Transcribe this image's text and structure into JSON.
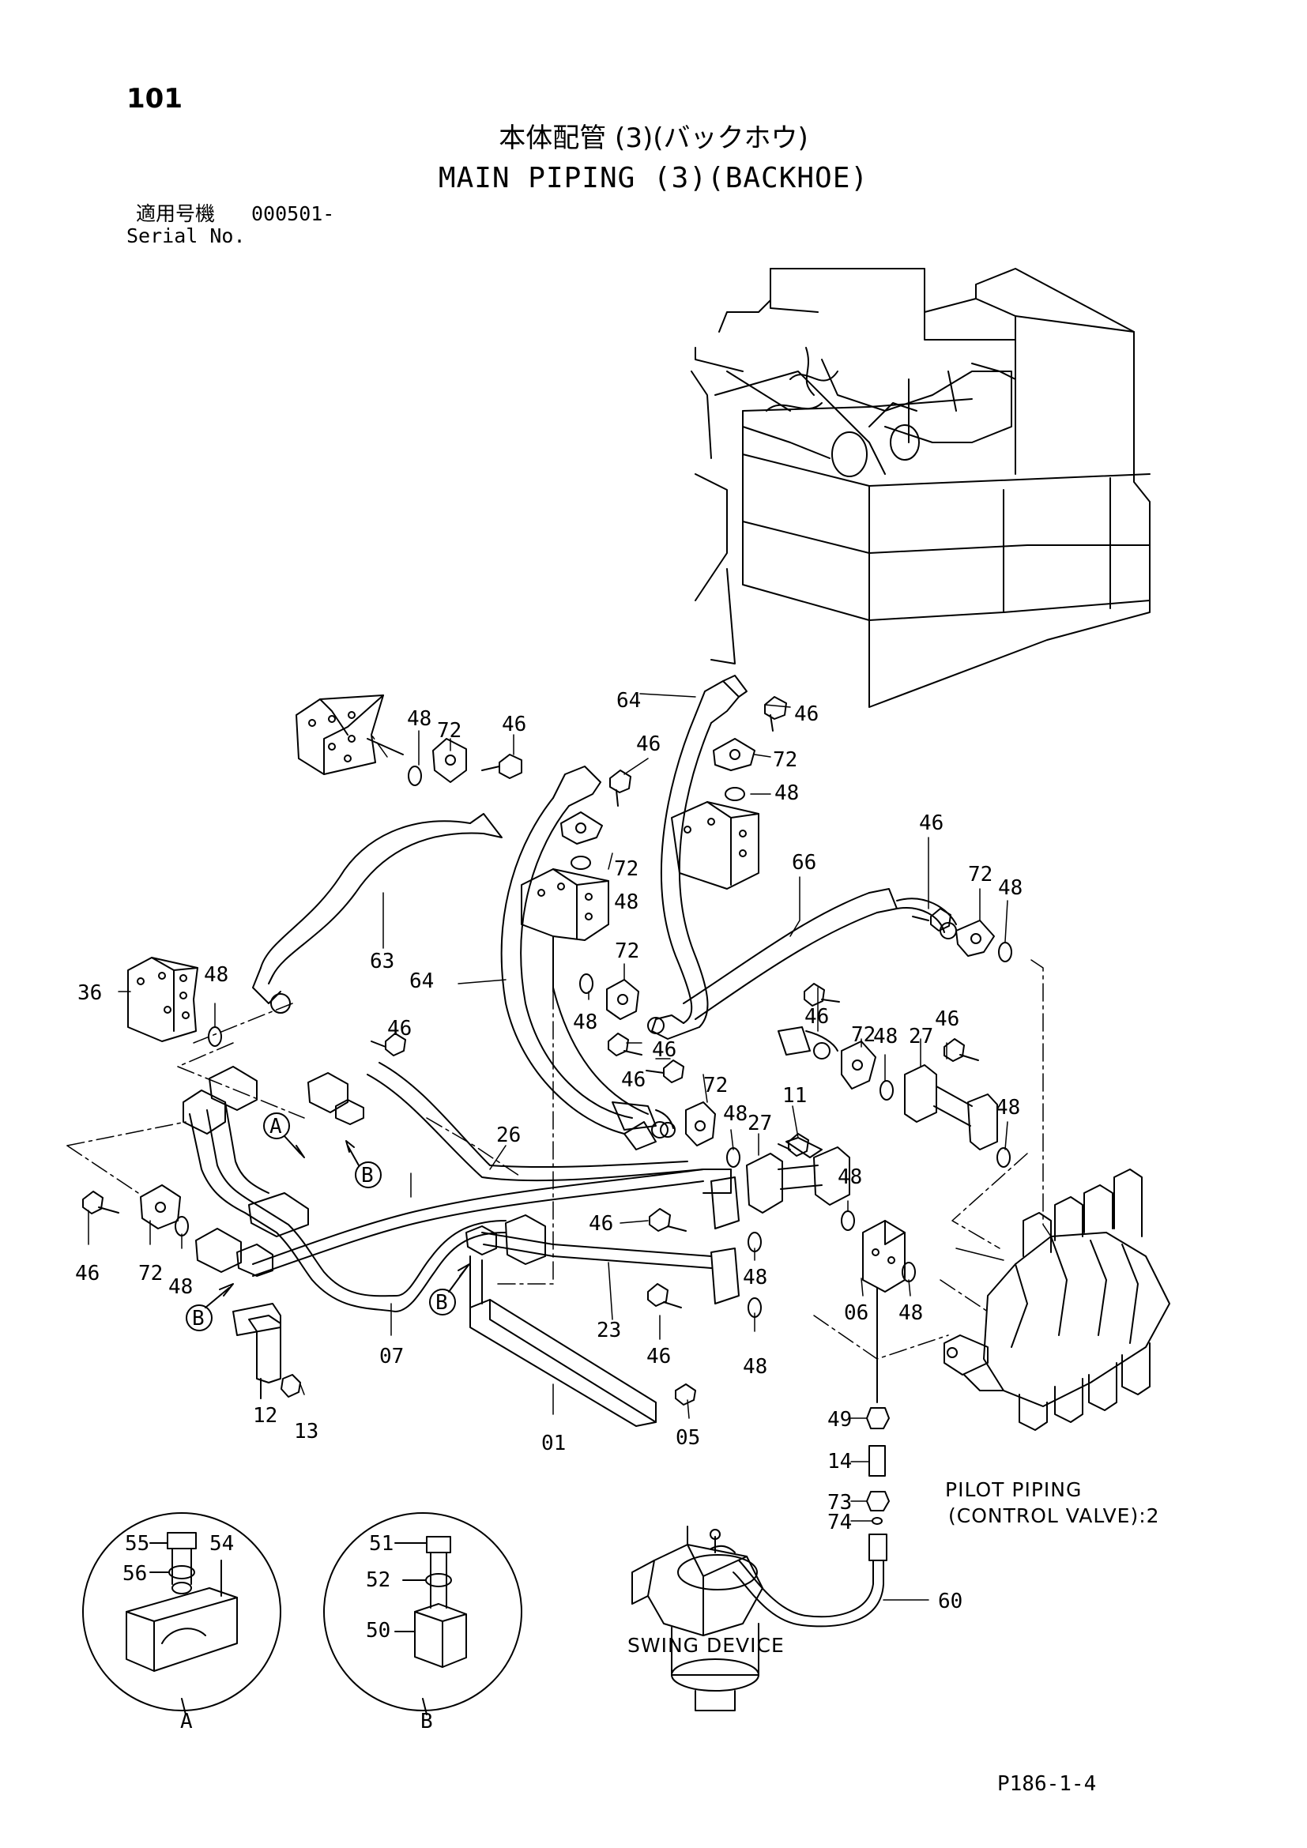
{
  "header": {
    "page_number": "101",
    "title_jp": "本体配管 (3)(バックホウ)",
    "title_en": "MAIN PIPING (3)(BACKHOE)",
    "serial_label_jp": "適用号機",
    "serial_value": "000501-",
    "serial_label_en": "Serial No."
  },
  "callouts": {
    "c48a": "48",
    "c72a": "72",
    "c46a": "46",
    "c64a": "64",
    "c46b": "46",
    "c46c": "46",
    "c72b": "72",
    "c48b": "48",
    "c72c": "72",
    "c48c": "48",
    "c66": "66",
    "c46d": "46",
    "c72d": "72",
    "c48d": "48",
    "c63": "63",
    "c36": "36",
    "c48e": "48",
    "c64b": "64",
    "c72e": "72",
    "c48f": "48",
    "c46e": "46",
    "c46f": "46",
    "c48g": "48",
    "c72f": "72",
    "c46g": "46",
    "c27a": "27",
    "c46h": "46",
    "c46i": "46",
    "c72g": "72",
    "c48h": "48",
    "c11": "11",
    "c48i": "48",
    "c27b": "27",
    "c48j": "48",
    "c26": "26",
    "c46j": "46",
    "c72h": "72",
    "c48k": "48",
    "c46k": "46",
    "c23": "23",
    "c48l": "48",
    "c48m": "48",
    "c06": "06",
    "c48n": "48",
    "c46l": "46",
    "c07": "07",
    "c12": "12",
    "c13": "13",
    "c01": "01",
    "c05": "05",
    "c49": "49",
    "c14": "14",
    "c73": "73",
    "c74": "74",
    "c60": "60",
    "c55": "55",
    "c54": "54",
    "c56": "56",
    "c51": "51",
    "c52": "52",
    "c50": "50"
  },
  "markers": {
    "A1": "A",
    "B1": "B",
    "B2": "B",
    "B3": "B"
  },
  "detail_labels": {
    "detail_a": "A",
    "detail_b": "B"
  },
  "labels": {
    "pilot_piping_line1": "PILOT PIPING",
    "pilot_piping_line2": "(CONTROL VALVE):2",
    "swing_device": "SWING DEVICE"
  },
  "footer": {
    "page_reference": "P186-1-4"
  }
}
